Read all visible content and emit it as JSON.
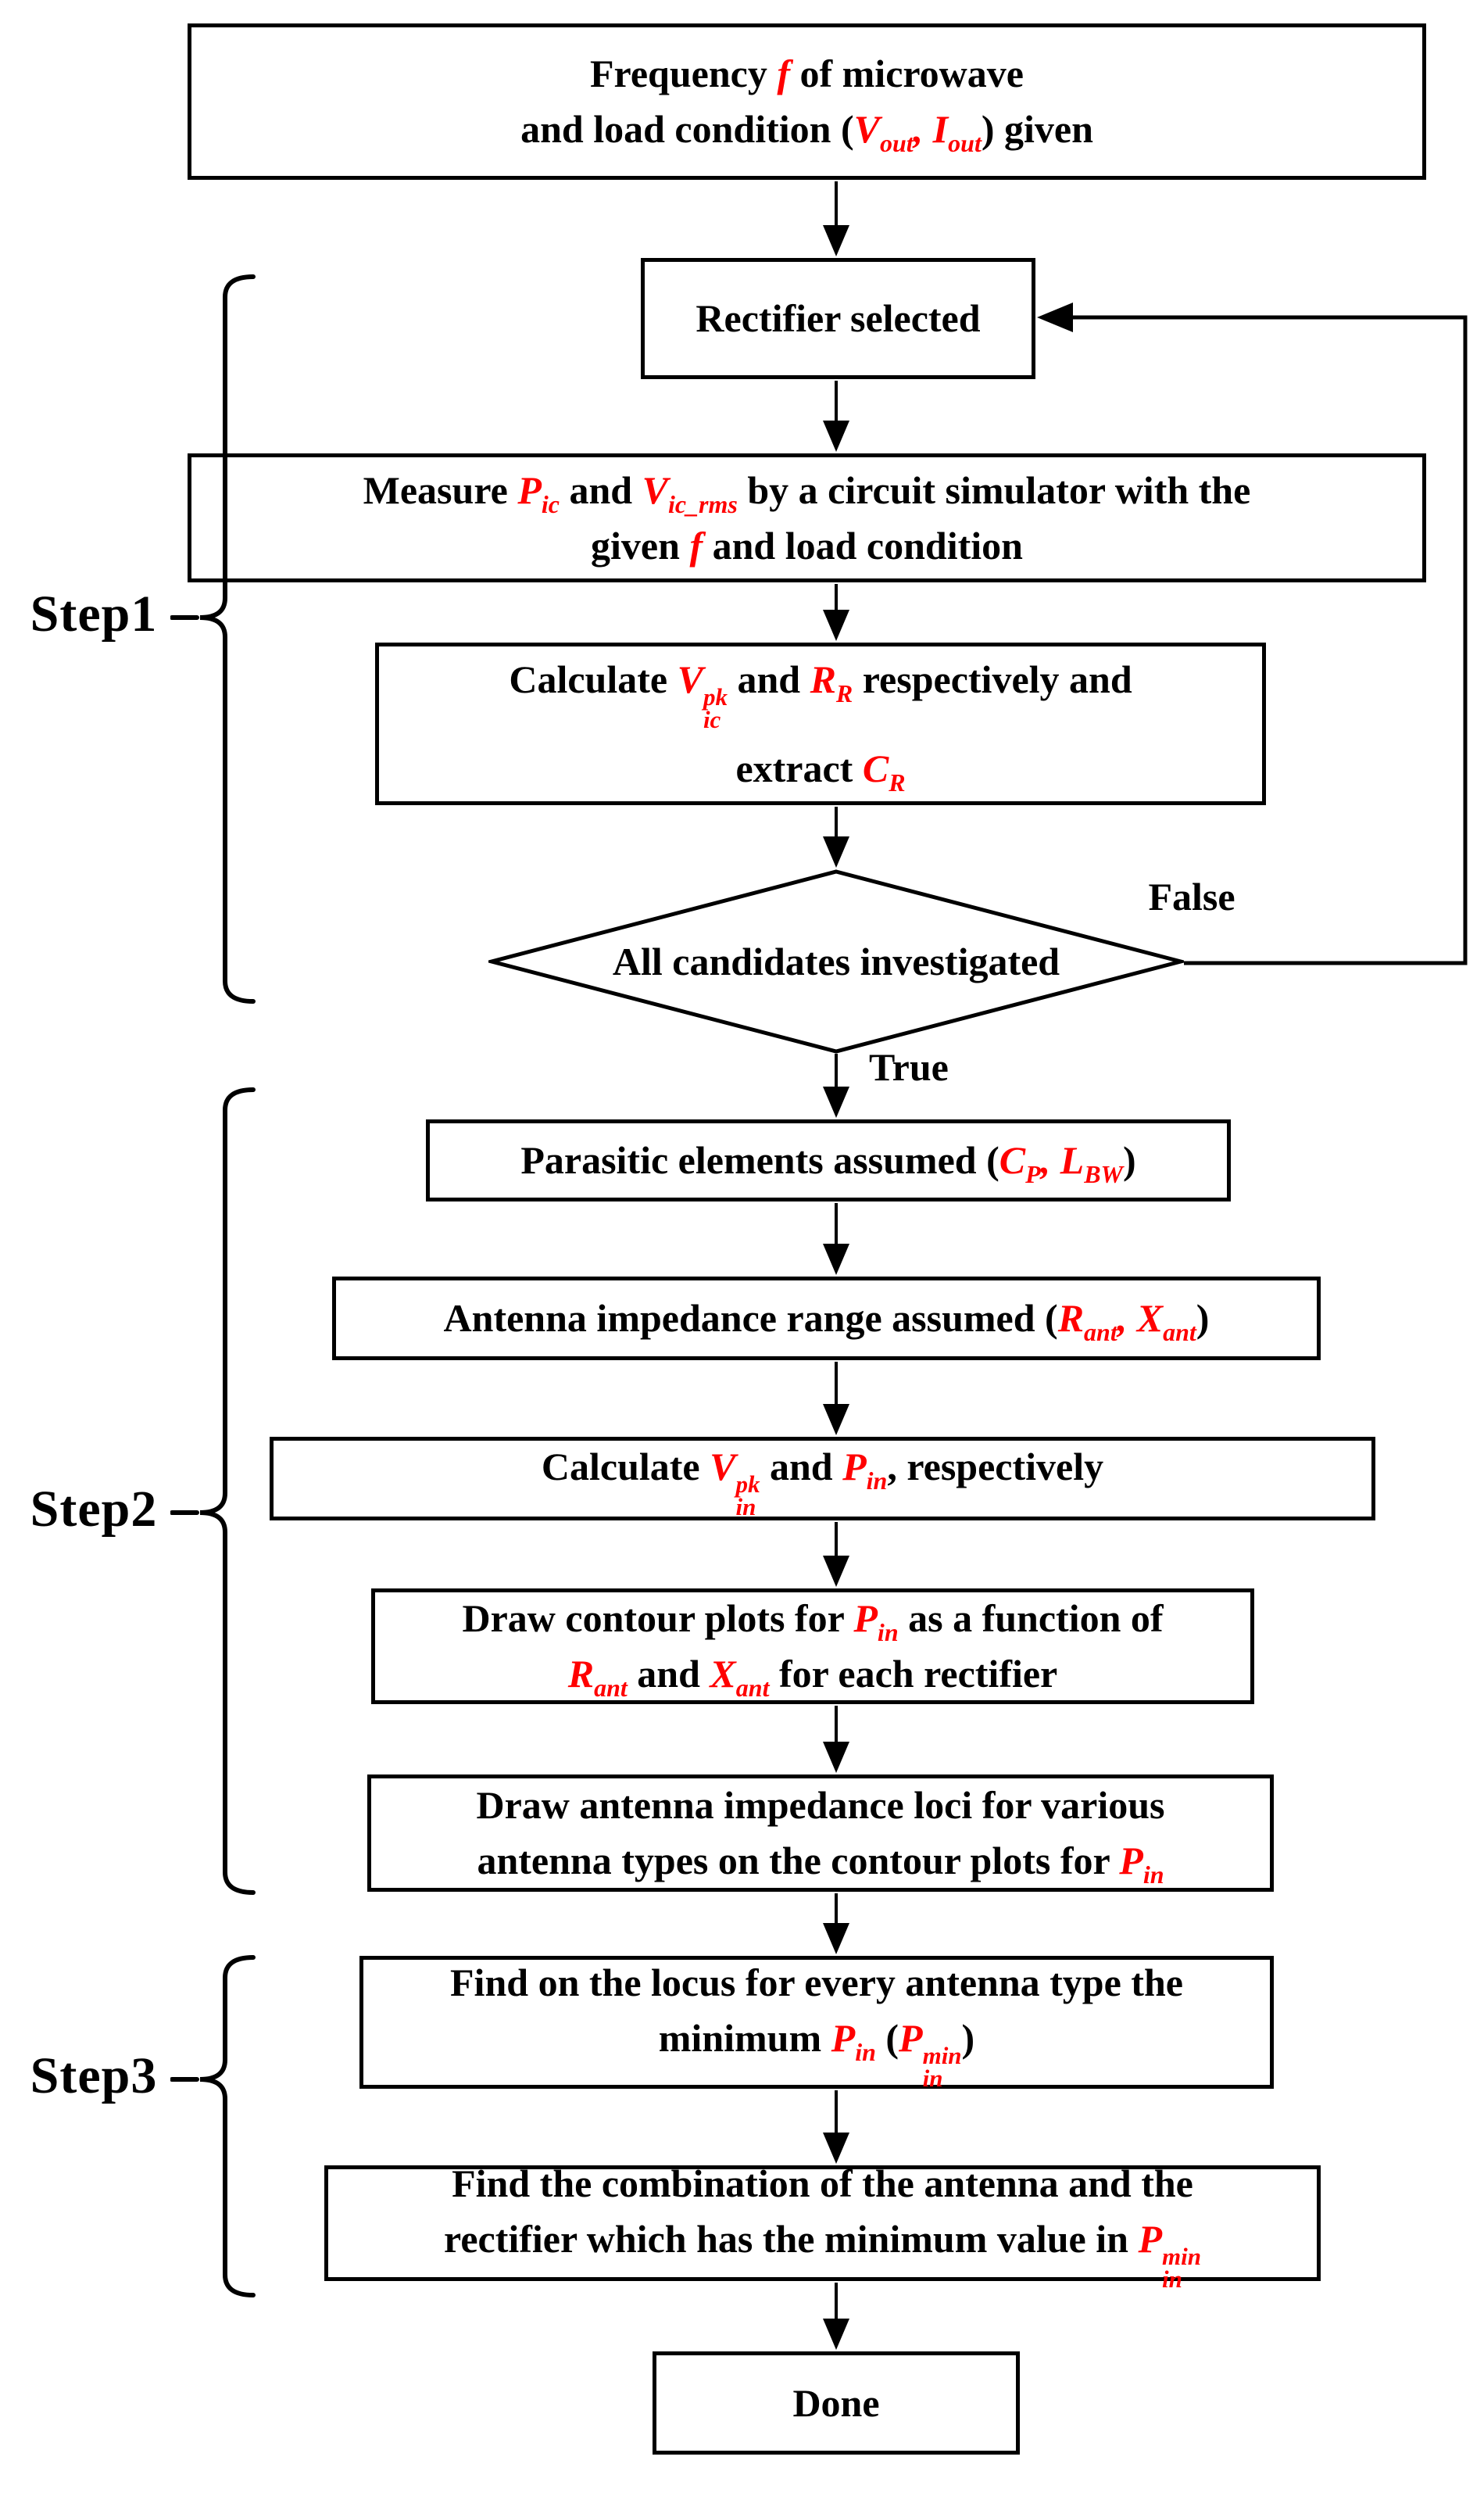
{
  "colors": {
    "red": "#ff0000",
    "black": "#000000",
    "background": "#ffffff"
  },
  "steps": [
    "Step1",
    "Step2",
    "Step3"
  ],
  "labels": {
    "decision_false": "False",
    "decision_true": "True"
  },
  "nodes": {
    "start": {
      "lines": [
        [
          {
            "t": "Frequency "
          },
          {
            "v": "f"
          },
          {
            "t": " of microwave"
          }
        ],
        [
          {
            "t": "and load condition ("
          },
          {
            "v": "V",
            "sub": "out"
          },
          {
            "v": ", "
          },
          {
            "v": "I",
            "sub": "out"
          },
          {
            "t": ") given"
          }
        ]
      ]
    },
    "rectifier": {
      "lines": [
        [
          {
            "t": "Rectifier selected"
          }
        ]
      ]
    },
    "measure": {
      "lines": [
        [
          {
            "t": "Measure "
          },
          {
            "v": "P",
            "sub": "ic"
          },
          {
            "t": " and "
          },
          {
            "v": "V",
            "sub": "ic_rms"
          },
          {
            "t": " by a circuit simulator with the"
          }
        ],
        [
          {
            "t": "given "
          },
          {
            "v": "f"
          },
          {
            "t": " and load condition"
          }
        ]
      ]
    },
    "calc_ic": {
      "lines": [
        [
          {
            "t": "Calculate "
          },
          {
            "v": "V",
            "sub": "ic",
            "sup": "pk"
          },
          {
            "t": " and "
          },
          {
            "v": "R",
            "sub": "R"
          },
          {
            "t": " respectively and"
          }
        ],
        [
          {
            "t": "extract "
          },
          {
            "v": "C",
            "sub": "R"
          }
        ]
      ]
    },
    "decision": {
      "lines": [
        [
          {
            "t": "All candidates investigated"
          }
        ]
      ]
    },
    "parasitic": {
      "lines": [
        [
          {
            "t": "Parasitic elements assumed ("
          },
          {
            "v": "C",
            "sub": "P"
          },
          {
            "v": ", "
          },
          {
            "v": "L",
            "sub": "BW"
          },
          {
            "t": ")"
          }
        ]
      ]
    },
    "antenna": {
      "lines": [
        [
          {
            "t": "Antenna impedance range assumed ("
          },
          {
            "v": "R",
            "sub": "ant"
          },
          {
            "v": ", "
          },
          {
            "v": "X",
            "sub": "ant"
          },
          {
            "t": ")"
          }
        ]
      ]
    },
    "calc_in": {
      "lines": [
        [
          {
            "t": "Calculate "
          },
          {
            "v": "V",
            "sub": "in",
            "sup": "pk"
          },
          {
            "t": " and "
          },
          {
            "v": "P",
            "sub": "in"
          },
          {
            "t": ", respectively"
          }
        ]
      ]
    },
    "contour": {
      "lines": [
        [
          {
            "t": "Draw contour plots for "
          },
          {
            "v": "P",
            "sub": "in"
          },
          {
            "t": " as a function of"
          }
        ],
        [
          {
            "v": "R",
            "sub": "ant"
          },
          {
            "t": " and "
          },
          {
            "v": "X",
            "sub": "ant"
          },
          {
            "t": " for each rectifier"
          }
        ]
      ]
    },
    "loci": {
      "lines": [
        [
          {
            "t": "Draw antenna impedance loci for various"
          }
        ],
        [
          {
            "t": "antenna types on the contour plots for "
          },
          {
            "v": "P",
            "sub": "in"
          }
        ]
      ]
    },
    "find_locus": {
      "lines": [
        [
          {
            "t": "Find on the locus for every antenna type the"
          }
        ],
        [
          {
            "t": "minimum "
          },
          {
            "v": "P",
            "sub": "in"
          },
          {
            "t": " ("
          },
          {
            "v": "P",
            "sub": "in",
            "sup": "min"
          },
          {
            "t": ")"
          }
        ]
      ]
    },
    "find_combo": {
      "lines": [
        [
          {
            "t": "Find the combination of the antenna and the"
          }
        ],
        [
          {
            "t": "rectifier which has the minimum value in "
          },
          {
            "v": "P",
            "sub": "in",
            "sup": "min"
          }
        ]
      ]
    },
    "done": {
      "lines": [
        [
          {
            "t": "Done"
          }
        ]
      ]
    }
  }
}
